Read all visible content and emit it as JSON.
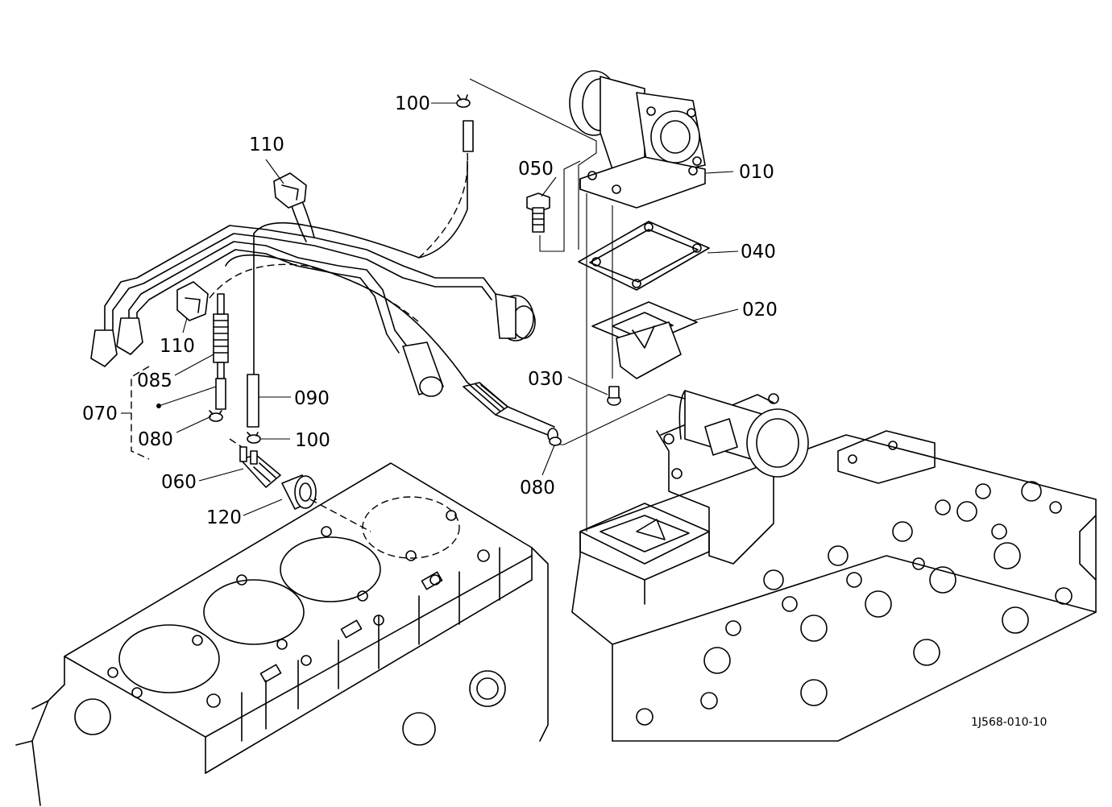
{
  "diagram": {
    "drawing_code": "1J568-010-10",
    "parts": {
      "p010": "010",
      "p020": "020",
      "p030": "030",
      "p040": "040",
      "p050": "050",
      "p060": "060",
      "p070": "070",
      "p080a": "080",
      "p080b": "080",
      "p085": "085",
      "p090": "090",
      "p100a": "100",
      "p100b": "100",
      "p110a": "110",
      "p110b": "110",
      "p120": "120"
    }
  }
}
